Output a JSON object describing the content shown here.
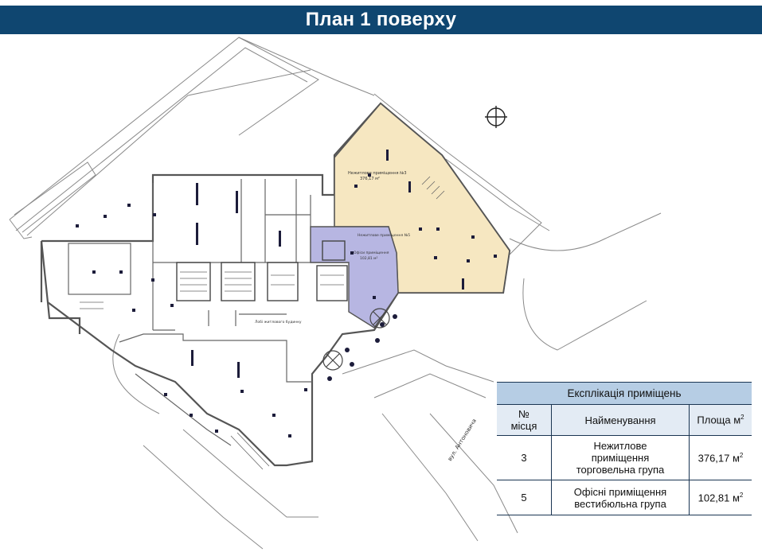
{
  "page": {
    "title": "План 1 поверху"
  },
  "plan": {
    "unit3_label": "Нежитлове приміщення №3",
    "unit3_area": "376,17 м²",
    "unit5_label": "Нежитлове приміщення №5",
    "unit5_sublabel": "Офіси приміщення",
    "unit5_area": "102,81 м²",
    "lobby_label": "Лобі житлового будинку",
    "street_label": "вул. Антоновича",
    "colors": {
      "unit3_fill": "#f6e7c1",
      "unit5_fill": "#b7b6e2",
      "walls": "#555555"
    }
  },
  "explication": {
    "title": "Експлікація приміщень",
    "headers": {
      "number": [
        "№",
        "місця"
      ],
      "name": "Найменування",
      "area_label": "Площа м",
      "area_sup": "2"
    },
    "rows": [
      {
        "number": "3",
        "name": [
          "Нежитлове",
          "приміщення",
          "торговельна група"
        ],
        "area": "376,17 м",
        "area_sup": "2"
      },
      {
        "number": "5",
        "name": [
          "Офісні приміщення",
          "вестибюльна група"
        ],
        "area": "102,81 м",
        "area_sup": "2"
      }
    ]
  }
}
